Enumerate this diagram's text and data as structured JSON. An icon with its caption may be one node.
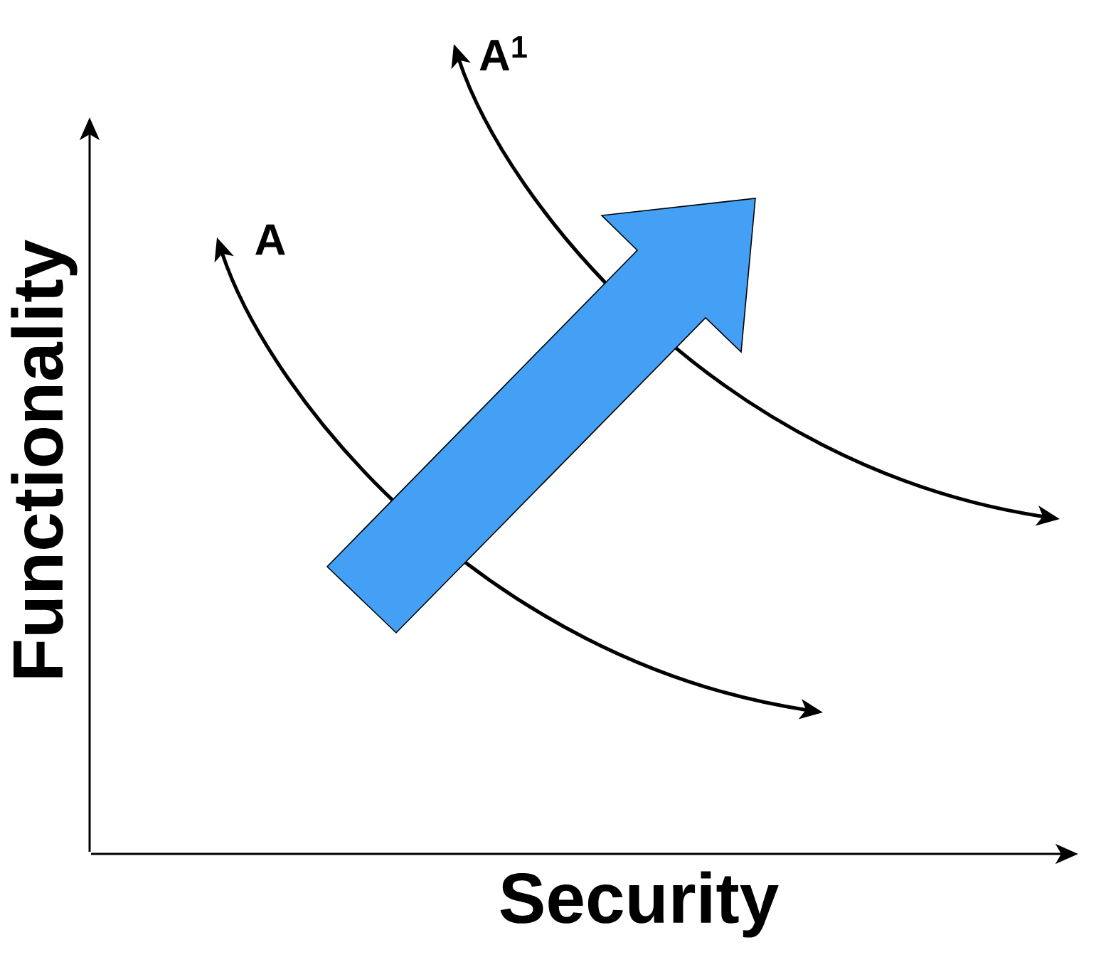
{
  "diagram": {
    "labels": [
      "A$^{1}$",
      "A",
      "Functionality",
      "Security"
    ]
  }
}
